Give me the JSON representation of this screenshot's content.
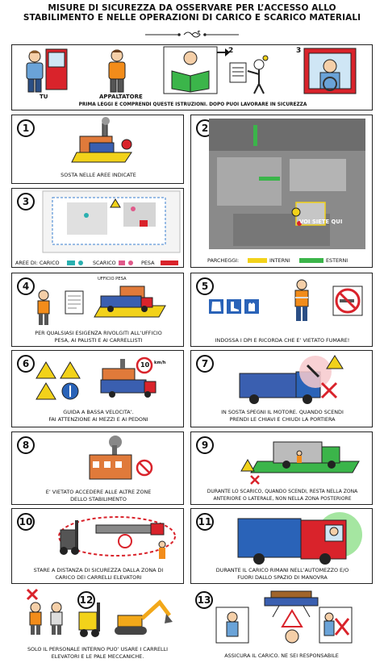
{
  "header": {
    "line1": "MISURE DI SICUREZZA DA OSSERVARE PER L’ACCESSO ALLO",
    "line2": "STABILIMENTO E NELLE OPERAZIONI DI CARICO E SCARICO MATERIALI"
  },
  "intro": {
    "you_label": "TU",
    "contractor_label": "APPALTATORE",
    "step2": "2",
    "step3": "3",
    "instruction": "PRIMA LEGGI E COMPRENDI QUESTE ISTRUZIONI. DOPO PUOI LAVORARE IN SICUREZZA"
  },
  "panels": [
    {
      "num": "1",
      "caption": "SOSTA NELLE AREE INDICATE"
    },
    {
      "num": "2",
      "caption": "VOI SIETE QUI",
      "parking_label": "PARCHEGGI:",
      "internal": "INTERNI",
      "external": "ESTERNI"
    },
    {
      "num": "3",
      "areas_label": "AREE DI: CARICO",
      "unload": "SCARICO",
      "weigh": "PESA"
    },
    {
      "num": "4",
      "office_sign": "UFFICIO PESA",
      "caption1": "PER QUALSIASI ESIGENZA RIVOLGITI ALL’UFFICIO",
      "caption2": "PESA, AI PALISTI E AI CARRELLISTI"
    },
    {
      "num": "5",
      "caption": "INDOSSA I DPI E RICORDA CHE E’ VIETATO FUMARE!"
    },
    {
      "num": "6",
      "speed": "10",
      "speed_unit": "km/h",
      "caption1": "GUIDA A BASSA VELOCITA’.",
      "caption2": "FAI ATTENZIONE AI MEZZI E AI PEDONI"
    },
    {
      "num": "7",
      "caption1": "IN SOSTA SPEGNI IL MOTORE. QUANDO SCENDI",
      "caption2": "PRENDI LE CHIAVI E CHIUDI LA PORTIERA"
    },
    {
      "num": "8",
      "caption1": "E’ VIETATO ACCEDERE ALLE ALTRE ZONE",
      "caption2": "DELLO STABILIMENTO"
    },
    {
      "num": "9",
      "caption1": "DURANTE LO SCARICO, QUANDO SCENDI, RESTA NELLA ZONA",
      "caption2": "ANTERIORE O LATERALE, NON NELLA ZONA POSTERIORE"
    },
    {
      "num": "10",
      "caption1": "STARE A DISTANZA DI SICUREZZA DALLA ZONA DI",
      "caption2": "CARICO DEI CARRELLI ELEVATORI"
    },
    {
      "num": "11",
      "caption1": "DURANTE IL CARICO RIMANI NELL’AUTOMEZZO E/O",
      "caption2": "FUORI DALLO SPAZIO DI MANOVRA"
    },
    {
      "num": "12",
      "caption1": "SOLO IL PERSONALE INTERNO PUO’ USARE I CARRELLI",
      "caption2": "ELEVATORI E LE PALE MECCANICHE."
    },
    {
      "num": "13",
      "caption": "ASSICURA IL CARICO. NE SEI RESPONSABILE"
    }
  ],
  "colors": {
    "red": "#d9232b",
    "yellow": "#f2d21a",
    "green": "#3bb54a",
    "blue": "#2a63b8",
    "orange": "#f28c1a",
    "teal": "#2ab0b0",
    "pink": "#e05a8a"
  }
}
